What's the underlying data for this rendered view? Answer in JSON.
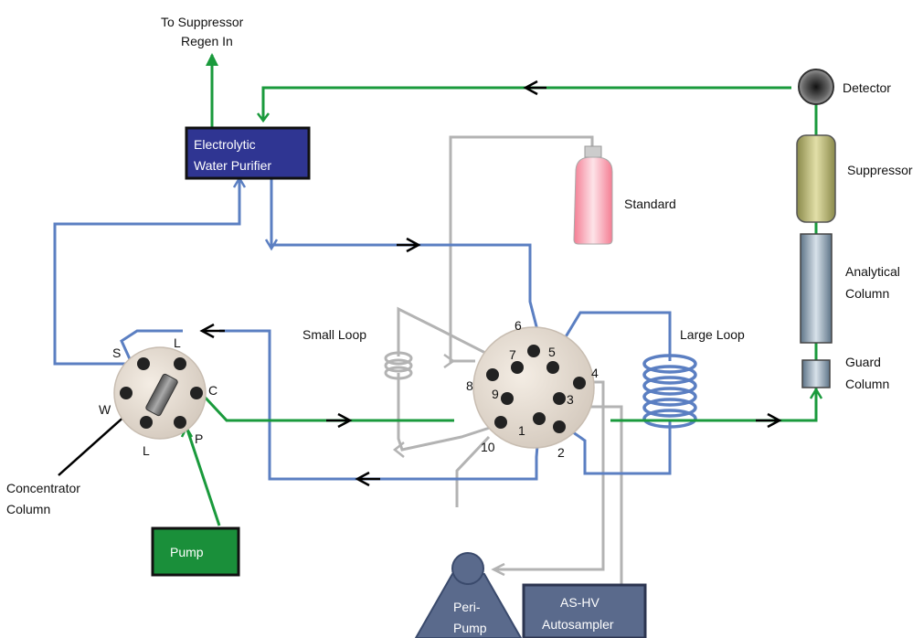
{
  "labels": {
    "suppressor_regen_line1": "To Suppressor",
    "suppressor_regen_line2": "Regen In",
    "detector": "Detector",
    "suppressor": "Suppressor",
    "standard": "Standard",
    "analytical_line1": "Analytical",
    "analytical_line2": "Column",
    "guard_line1": "Guard",
    "guard_line2": "Column",
    "small_loop": "Small Loop",
    "large_loop": "Large Loop",
    "concentrator_line1": "Concentrator",
    "concentrator_line2": "Column"
  },
  "boxes": {
    "ewp_line1": "Electrolytic",
    "ewp_line2": "Water Purifier",
    "pump": "Pump",
    "peri_line1": "Peri-",
    "peri_line2": "Pump",
    "as_line1": "AS-HV",
    "as_line2": "Autosampler"
  },
  "left_valve_ports": [
    "S",
    "L",
    "C",
    "W",
    "L",
    "P"
  ],
  "right_valve_ports": [
    "1",
    "2",
    "3",
    "4",
    "5",
    "6",
    "7",
    "8",
    "9",
    "10"
  ],
  "colors": {
    "green_line": "#1a9a3c",
    "blue_line": "#5b7fc2",
    "gray_line": "#b3b3b3",
    "navy_box": "#2f3592",
    "green_box": "#1a8f3a",
    "slate": "#5a6a8c",
    "standard_pink": "#f08a9a"
  }
}
